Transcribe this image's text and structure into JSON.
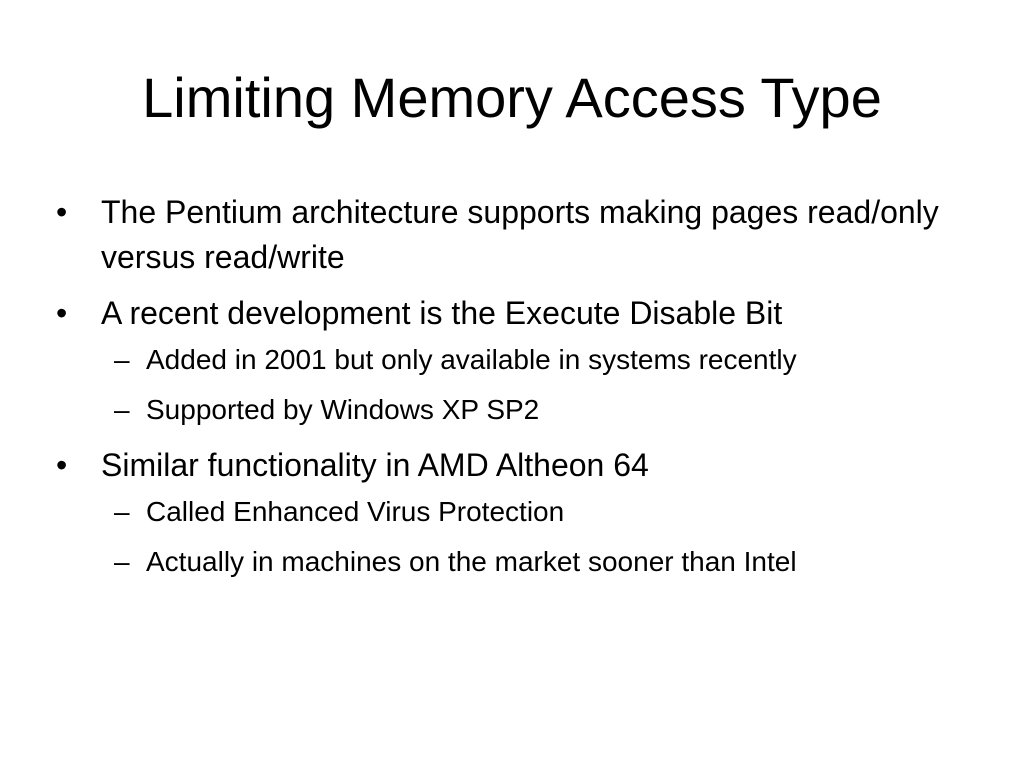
{
  "slide": {
    "title": "Limiting Memory Access Type",
    "bullet_marker": "•",
    "sub_marker": "–",
    "bullets": [
      {
        "text": "The Pentium architecture supports making pages read/only versus read/write",
        "sub": []
      },
      {
        "text": "A recent development is the Execute Disable Bit",
        "sub": [
          "Added in 2001 but only available in systems recently",
          "Supported by Windows XP SP2"
        ]
      },
      {
        "text": "Similar functionality in AMD Altheon 64",
        "sub": [
          "Called Enhanced Virus Protection",
          "Actually in machines on the market sooner than Intel"
        ]
      }
    ]
  }
}
